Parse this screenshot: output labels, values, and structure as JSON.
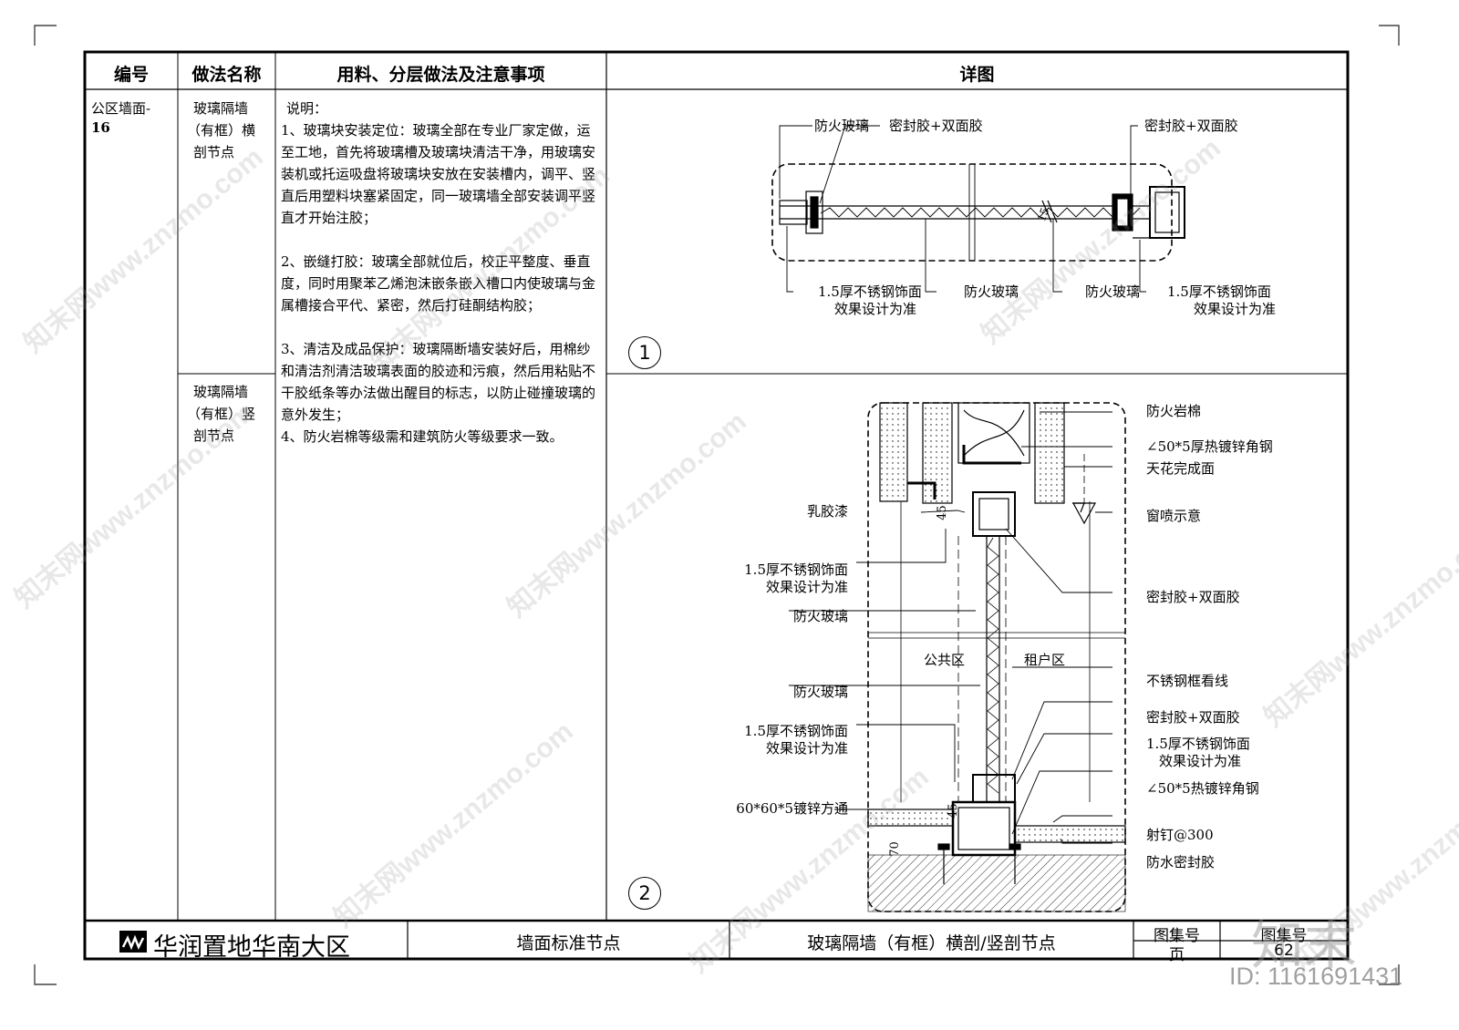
{
  "table": {
    "headers": {
      "code": "编号",
      "method": "做法名称",
      "materials": "用料、分层做法及注意事项",
      "detail": "详图"
    },
    "row": {
      "code_line1": "公区墙面-",
      "code_line2": "16",
      "name1": [
        "玻璃隔墙",
        "（有框）横",
        "剖节点"
      ],
      "name2": [
        "玻璃隔墙",
        "（有框）竖",
        "剖节点"
      ],
      "notes": [
        "说明：",
        "1、玻璃块安装定位：玻璃全部在专业厂家定做，运至工地，首先将玻璃槽及玻璃块清洁干净，用玻璃安装机或托运吸盘将玻璃块安放在安装槽内，调平、竖直后用塑料块塞紧固定，同一玻璃墙全部安装调平竖直才开始注胶；",
        "2、嵌缝打胶：玻璃全部就位后，校正平整度、垂直度，同时用聚苯乙烯泡沫嵌条嵌入槽口内使玻璃与金属槽接合平代、紧密，然后打硅酮结构胶；",
        "3、清洁及成品保护：玻璃隔断墙安装好后，用棉纱和清洁剂清洁玻璃表面的胶迹和污痕，然后用粘贴不干胶纸条等办法做出醒目的标志，以防止碰撞玻璃的意外发生；",
        "4、防火岩棉等级需和建筑防火等级要求一致。"
      ]
    }
  },
  "detail1": {
    "number": "1",
    "labels": {
      "fire_glass_top": "防火玻璃",
      "sealant_top_left": "密封胶+双面胶",
      "sealant_top_right": "密封胶+双面胶",
      "steel_left_1": "1.5厚不锈钢饰面",
      "steel_left_2": "效果设计为准",
      "fire_glass_mid1": "防火玻璃",
      "fire_glass_mid2": "防火玻璃",
      "steel_right_1": "1.5厚不锈钢饰面",
      "steel_right_2": "效果设计为准",
      "dim": "15"
    }
  },
  "detail2": {
    "number": "2",
    "labels": {
      "rock_wool": "防火岩棉",
      "angle_steel_top": "∠50*5厚热镀锌角钢",
      "ceiling": "天花完成面",
      "sprinkler": "窗喷示意",
      "latex_paint": "乳胶漆",
      "steel1_1": "1.5厚不锈钢饰面",
      "steel1_2": "效果设计为准",
      "sealant1": "密封胶+双面胶",
      "fire_glass1": "防火玻璃",
      "public_area": "公共区",
      "tenant_area": "租户区",
      "frame_line": "不锈钢框看线",
      "fire_glass2": "防火玻璃",
      "sealant2": "密封胶+双面胶",
      "steel2_1": "1.5厚不锈钢饰面",
      "steel2_2": "效果设计为准",
      "steel3_1": "1.5厚不锈钢饰面",
      "steel3_2": "效果设计为准",
      "angle_steel_bottom": "∠50*5热镀锌角钢",
      "square_tube": "60*60*5镀锌方通",
      "nail": "射钉@300",
      "waterproof": "防水密封胶",
      "dim45a": "45",
      "dim45b": "45",
      "dim70": "70"
    }
  },
  "footer": {
    "company": "华润置地华南大区",
    "category": "墙面标准节点",
    "title": "玻璃隔墙（有框）横剖/竖剖节点",
    "atlas_no_label": "图集号",
    "page_label": "页",
    "atlas_no_value_label": "图集号",
    "page_value": "62"
  },
  "watermark": {
    "text": "知末网www.znzmo.com",
    "logo": "知末",
    "id": "ID: 1161691431"
  }
}
